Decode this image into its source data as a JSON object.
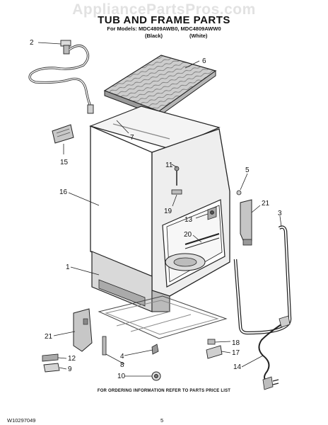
{
  "header": {
    "watermark": "AppliancePartsPros.com",
    "title": "TUB AND FRAME PARTS",
    "models_line": "For Models: MDC4809AWB0, MDC4809AWW0",
    "variant_black": "(Black)",
    "variant_white": "(White)"
  },
  "callouts": [
    "2",
    "6",
    "7",
    "15",
    "11",
    "5",
    "16",
    "19",
    "13",
    "21",
    "3",
    "20",
    "1",
    "21",
    "18",
    "17",
    "4",
    "8",
    "12",
    "9",
    "10",
    "14"
  ],
  "footer": {
    "ordering_note": "FOR ORDERING INFORMATION REFER TO PARTS PRICE LIST",
    "doc_number": "W10297049",
    "page_number": "5"
  }
}
